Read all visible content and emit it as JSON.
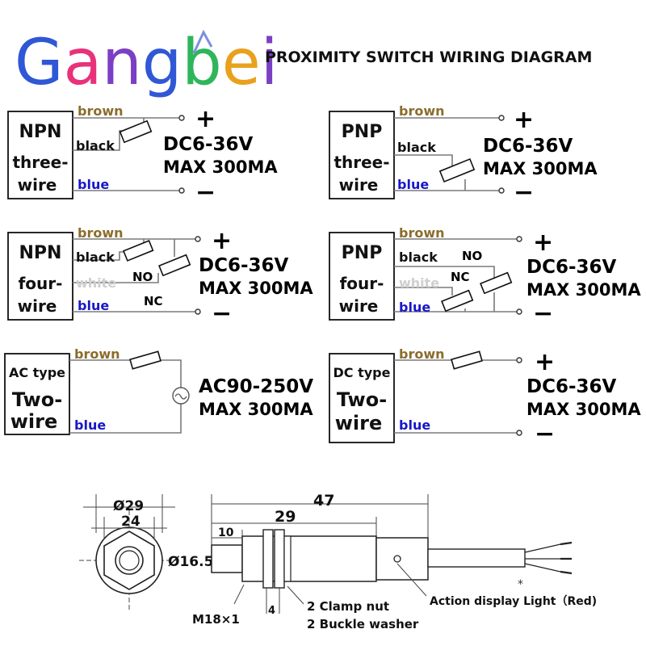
{
  "brand": {
    "logo_text": "Gangbei",
    "letters": [
      "G",
      "a",
      "n",
      "g",
      "b",
      "e",
      "i"
    ],
    "letter_colors": [
      "#2f57d6",
      "#e8327a",
      "#7b3fc4",
      "#2f57d6",
      "#2fb55a",
      "#e9a11d",
      "#7b3fc4"
    ]
  },
  "title": "PROXIMITY SWITCH WIRING DIAGRAM",
  "colors": {
    "brown": "#8b6d2c",
    "black": "#111111",
    "blue": "#1818c8",
    "white": "#cfcfcf",
    "wire": "#7a7a7a"
  },
  "panels": {
    "npn3": {
      "type_line1": "NPN",
      "type_line2": "three-",
      "type_line3": "wire",
      "wire_brown": "brown",
      "wire_black": "black",
      "wire_blue": "blue",
      "plus": "+",
      "minus": "−",
      "voltage": "DC6-36V",
      "current": "MAX 300MA"
    },
    "pnp3": {
      "type_line1": "PNP",
      "type_line2": "three-",
      "type_line3": "wire",
      "wire_brown": "brown",
      "wire_black": "black",
      "wire_blue": "blue",
      "plus": "+",
      "minus": "−",
      "voltage": "DC6-36V",
      "current": "MAX 300MA"
    },
    "npn4": {
      "type_line1": "NPN",
      "type_line2": "four-",
      "type_line3": "wire",
      "wire_brown": "brown",
      "wire_black": "black",
      "wire_white": "white",
      "wire_blue": "blue",
      "no": "NO",
      "nc": "NC",
      "plus": "+",
      "minus": "−",
      "voltage": "DC6-36V",
      "current": "MAX 300MA"
    },
    "pnp4": {
      "type_line1": "PNP",
      "type_line2": "four-",
      "type_line3": "wire",
      "wire_brown": "brown",
      "wire_black": "black",
      "wire_white": "white",
      "wire_blue": "blue",
      "no": "NO",
      "nc": "NC",
      "plus": "+",
      "minus": "−",
      "voltage": "DC6-36V",
      "current": "MAX 300MA"
    },
    "ac2": {
      "type_line1": "AC type",
      "type_line2": "Two-",
      "type_line3": "wire",
      "wire_brown": "brown",
      "wire_blue": "blue",
      "voltage": "AC90-250V",
      "current": "MAX 300MA"
    },
    "dc2": {
      "type_line1": "DC type",
      "type_line2": "Two-",
      "type_line3": "wire",
      "wire_brown": "brown",
      "wire_blue": "blue",
      "plus": "+",
      "minus": "−",
      "voltage": "DC6-36V",
      "current": "MAX 300MA"
    }
  },
  "dimensions": {
    "outer_dia": "Ø29",
    "hex": "24",
    "body_dia": "Ø16.5",
    "total_len": "47",
    "thread_len": "29",
    "front_len": "10",
    "washer": "4",
    "thread": "M18×1",
    "clamp_nut": "2 Clamp nut",
    "washer_label": "2 Buckle washer",
    "light_label": "Action display Light（Red)"
  }
}
